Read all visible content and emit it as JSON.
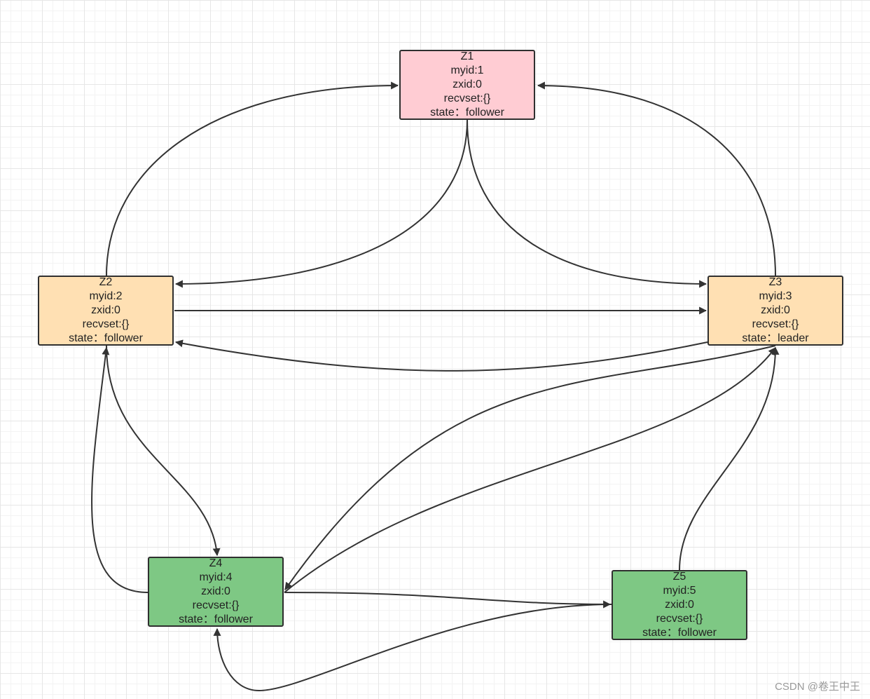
{
  "colors": {
    "z1_fill": "#ffccd3",
    "z2_fill": "#ffe0b3",
    "z3_fill": "#ffe0b3",
    "z4_fill": "#7ec884",
    "z5_fill": "#7ec884",
    "edge": "#333333"
  },
  "nodes": {
    "z1": {
      "name": "Z1",
      "myid": "myid:1",
      "zxid": "zxid:0",
      "recvset": "recvset:{}",
      "state": "state：follower"
    },
    "z2": {
      "name": "Z2",
      "myid": "myid:2",
      "zxid": "zxid:0",
      "recvset": "recvset:{}",
      "state": "state：follower"
    },
    "z3": {
      "name": "Z3",
      "myid": "myid:3",
      "zxid": "zxid:0",
      "recvset": "recvset:{}",
      "state": "state：leader"
    },
    "z4": {
      "name": "Z4",
      "myid": "myid:4",
      "zxid": "zxid:0",
      "recvset": "recvset:{}",
      "state": "state：follower"
    },
    "z5": {
      "name": "Z5",
      "myid": "myid:5",
      "zxid": "zxid:0",
      "recvset": "recvset:{}",
      "state": "state：follower"
    }
  },
  "edges": [
    {
      "from": "Z2",
      "to": "Z1"
    },
    {
      "from": "Z3",
      "to": "Z1"
    },
    {
      "from": "Z1",
      "to": "Z2"
    },
    {
      "from": "Z1",
      "to": "Z3"
    },
    {
      "from": "Z2",
      "to": "Z3"
    },
    {
      "from": "Z3",
      "to": "Z2"
    },
    {
      "from": "Z2",
      "to": "Z4"
    },
    {
      "from": "Z4",
      "to": "Z2"
    },
    {
      "from": "Z3",
      "to": "Z4"
    },
    {
      "from": "Z4",
      "to": "Z3"
    },
    {
      "from": "Z5",
      "to": "Z3"
    },
    {
      "from": "Z4",
      "to": "Z5"
    },
    {
      "from": "Z5",
      "to": "Z4"
    }
  ],
  "watermark": "CSDN @卷王中王"
}
